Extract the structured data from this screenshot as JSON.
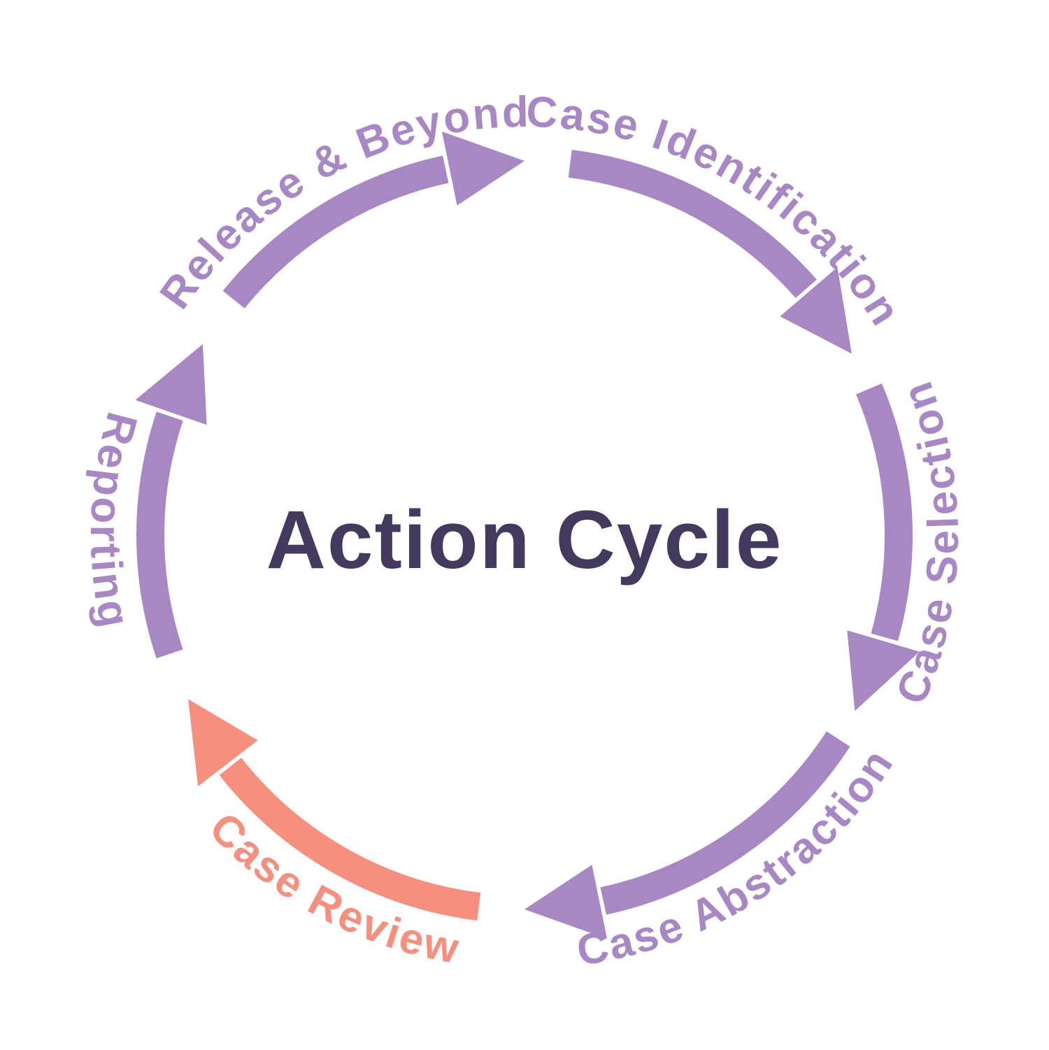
{
  "title": "Action Cycle",
  "diagram_type": "cycle",
  "direction": "clockwise",
  "colors": {
    "purple": "#a888c4",
    "coral": "#f5907e",
    "title_color": "#443a5e",
    "background": "#ffffff"
  },
  "cycle": {
    "stages": [
      {
        "id": "release-and-beyond",
        "label": "Release & Beyond",
        "color_key": "purple",
        "tail_deg": 141,
        "tip_deg": 90,
        "label_mid_deg": 118,
        "label_flipped": false
      },
      {
        "id": "case-identification",
        "label": "Case Identification",
        "color_key": "purple",
        "tail_deg": 83,
        "tip_deg": 29,
        "label_mid_deg": 60,
        "label_flipped": false
      },
      {
        "id": "case-selection",
        "label": "Case Selection",
        "color_key": "purple",
        "tail_deg": 23,
        "tip_deg": -28,
        "label_mid_deg": -1,
        "label_flipped": true
      },
      {
        "id": "case-abstraction",
        "label": "Case Abstraction",
        "color_key": "purple",
        "tail_deg": -33,
        "tip_deg": -90,
        "label_mid_deg": -57,
        "label_flipped": true
      },
      {
        "id": "case-review",
        "label": "Case Review",
        "color_key": "coral",
        "tail_deg": -97,
        "tip_deg": -154,
        "label_mid_deg": -118,
        "label_flipped": true
      },
      {
        "id": "reporting",
        "label": "Reporting",
        "color_key": "purple",
        "tail_deg": -161.5,
        "tip_deg": -210.7,
        "label_mid_deg": -182,
        "label_flipped": true
      }
    ]
  }
}
